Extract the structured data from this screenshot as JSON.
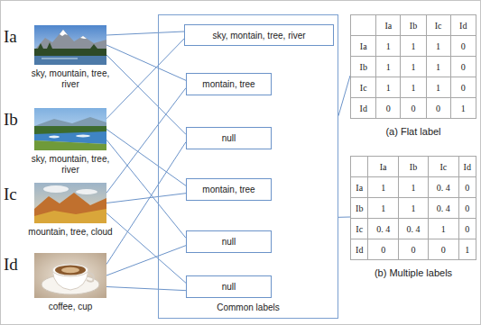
{
  "diagram": {
    "nodes": [
      {
        "text": [
          "Ia",
          "sky, mountain, tree, river"
        ]
      },
      {
        "text": [
          "Ib",
          "sky, mountain, tree, river"
        ]
      },
      {
        "text": [
          "Ic",
          "mountain, tree, cloud"
        ]
      },
      {
        "text": [
          "Id",
          "coffee, cup"
        ]
      },
      {
        "text": [
          "Common labels"
        ]
      },
      {
        "text": [
          "sky, montain, tree, river"
        ],
        "in": 4
      },
      {
        "text": [
          "montain, tree"
        ],
        "in": 4
      },
      {
        "text": [
          "null"
        ],
        "in": 4
      },
      {
        "text": [
          "montain, tree"
        ],
        "in": 4
      },
      {
        "text": [
          "null"
        ],
        "in": 4
      },
      {
        "text": [
          "null"
        ],
        "in": 4
      },
      {
        "text": [
          "(a) Flat label"
        ]
      },
      {
        "text": [
          "(b) Multiple labels"
        ]
      }
    ],
    "edges": [
      {
        "from": 0,
        "to": 5,
        "arrow": "none"
      },
      {
        "from": 1,
        "to": 5,
        "arrow": "none"
      },
      {
        "from": 0,
        "to": 6,
        "arrow": "none"
      },
      {
        "from": 2,
        "to": 6,
        "arrow": "none"
      },
      {
        "from": 0,
        "to": 7,
        "arrow": "none"
      },
      {
        "from": 3,
        "to": 7,
        "arrow": "none"
      },
      {
        "from": 1,
        "to": 8,
        "arrow": "none"
      },
      {
        "from": 2,
        "to": 8,
        "arrow": "none"
      },
      {
        "from": 1,
        "to": 9,
        "arrow": "none"
      },
      {
        "from": 3,
        "to": 9,
        "arrow": "none"
      },
      {
        "from": 2,
        "to": 10,
        "arrow": "none"
      },
      {
        "from": 3,
        "to": 10,
        "arrow": "none"
      },
      {
        "from": 4,
        "to": 11,
        "arrow": "none"
      },
      {
        "from": 4,
        "to": 12,
        "arrow": "none"
      }
    ],
    "labels": [
      "Ia",
      "Ib",
      "Ic",
      "Id",
      "Ia",
      "1",
      "1",
      "1",
      "0",
      "Ib",
      "1",
      "1",
      "1",
      "0",
      "Ic",
      "1",
      "1",
      "1",
      "0",
      "Id",
      "0",
      "0",
      "0",
      "1",
      "Ia",
      "Ib",
      "Ic",
      "Id",
      "Ia",
      "1",
      "1",
      "0. 4",
      "0",
      "Ib",
      "1",
      "1",
      "0. 4",
      "0",
      "Ic",
      "0. 4",
      "0. 4",
      "1",
      "0",
      "Id",
      "0",
      "0",
      "0",
      "1"
    ]
  }
}
